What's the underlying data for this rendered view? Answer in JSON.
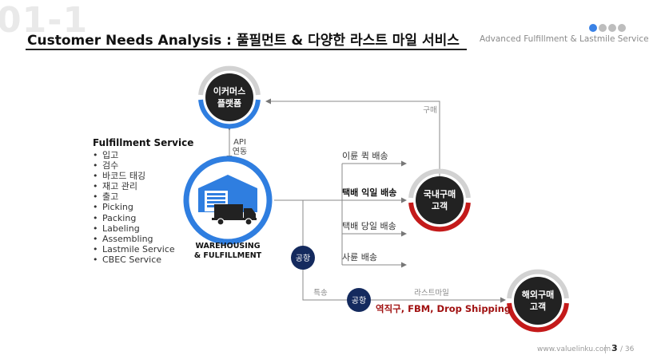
{
  "header": {
    "slide_number": "01-1",
    "title": "Customer Needs Analysis : 풀필먼트 & 다양한 라스트 마일 서비스",
    "subtitle": "Advanced Fulfillment & Lastmile Service"
  },
  "fulfillment": {
    "title": "Fulfillment Service",
    "items": [
      "입고",
      "검수",
      "바코드 태깅",
      "재고 관리",
      "출고",
      "Picking",
      "Packing",
      "Labeling",
      "Assembling",
      "Lastmile Service",
      "CBEC Service"
    ]
  },
  "nodes": {
    "ecommerce_l1": "이커머스",
    "ecommerce_l2": "플랫폼",
    "warehouse_l1": "WAREHOUSING",
    "warehouse_l2": "& FULFILLMENT",
    "domestic_l1": "국내구매",
    "domestic_l2": "고객",
    "overseas_l1": "해외구매",
    "overseas_l2": "고객",
    "airport": "공항"
  },
  "edges": {
    "api_l1": "API",
    "api_l2": "연동",
    "purchase": "구매",
    "route1": "이륜 퀵 배송",
    "route2": "택배 익일 배송",
    "route3": "택배 당일 배송",
    "route4": "사륜 배송",
    "express": "특송",
    "lastmile": "라스트마일",
    "cross_border": "역직구, FBM, Drop Shipping"
  },
  "colors": {
    "blue": "#2f7ee0",
    "red": "#c41a1a",
    "navy": "#142a5e",
    "dark": "#222222",
    "grey_ring": "#d2d2d2"
  },
  "footer": {
    "url": "www.valuelinku.com",
    "page": "3",
    "total": "/ 36"
  }
}
